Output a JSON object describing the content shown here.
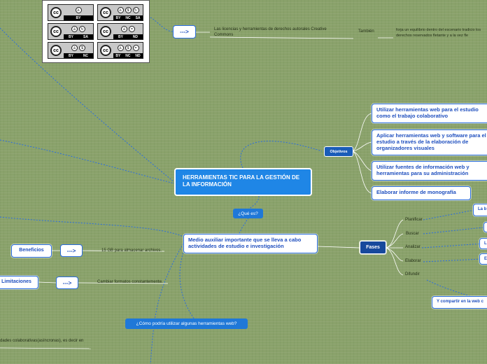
{
  "center": {
    "title": "HERRAMIENTAS TIC PARA LA GESTIÓN DE LA INFORMACIÓN"
  },
  "que_es": {
    "label": "¿Qué es?"
  },
  "medio": {
    "label": "Medio auxiliar importante que se lleva a cabo actividades de estudio e investigación"
  },
  "objetivos": {
    "label": "Objetivos",
    "items": [
      "Utilizar herramientas web para el estudio como el trabajo colaborativo",
      "Aplicar herramientas web y software para el estudio a través de la elaboración de organizadores visuales",
      "Utilizar fuentes de información web y herramientas para su administración",
      "Elaborar informe de monografía"
    ]
  },
  "fases": {
    "label": "Fases",
    "steps": [
      "Planificar",
      "Buscar",
      "Analizar",
      "Elaborar",
      "Difundir"
    ],
    "partial_nodes": [
      "La b",
      "L",
      "El"
    ],
    "compartir": "Y compartir en la web c"
  },
  "licencias": {
    "arrow": "--->",
    "text": "Las licencias y herramientas de derechos autorales Creative Commons",
    "tambien": "También",
    "forja": "forja un equilibrio dentro del escenario tradicio los derechos reservados fletante y a la vez fle"
  },
  "cc_badges": [
    {
      "icons": [
        "person"
      ],
      "labels": [
        "BY"
      ]
    },
    {
      "icons": [
        "person",
        "no-dollar",
        "share"
      ],
      "labels": [
        "BY",
        "NC",
        "SA"
      ]
    },
    {
      "icons": [
        "person",
        "share"
      ],
      "labels": [
        "BY",
        "SA"
      ]
    },
    {
      "icons": [
        "person",
        "equal"
      ],
      "labels": [
        "BY",
        "ND"
      ]
    },
    {
      "icons": [
        "person",
        "no-dollar"
      ],
      "labels": [
        "BY",
        "NC"
      ]
    },
    {
      "icons": [
        "person",
        "no-dollar",
        "equal"
      ],
      "labels": [
        "BY",
        "NC",
        "ND"
      ]
    }
  ],
  "cc_mark": "cc",
  "beneficios": {
    "label": "Beneficios",
    "arrow": "--->",
    "text": "15 GB para almacenar archivos."
  },
  "limitaciones": {
    "label": "Limitaciones",
    "arrow": "--->",
    "text": "Cambiar formatos constantemente."
  },
  "como": {
    "label": "¿Cómo podría utilizar algunas herramientas web?"
  },
  "actividades": {
    "text": "dades colaborativas(asíncronas), es decir en"
  },
  "colors": {
    "accent": "#1f86e6",
    "dark": "#17499c",
    "line": "#2a6de0",
    "background": "#8aa26b"
  }
}
